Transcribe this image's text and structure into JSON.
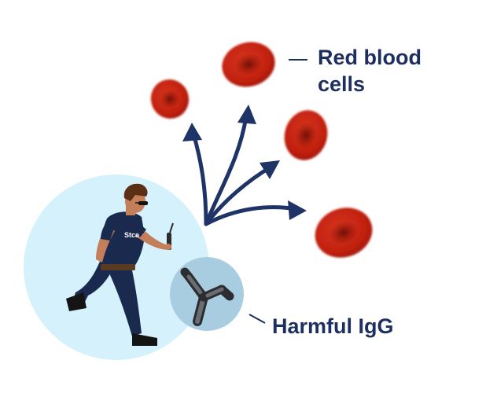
{
  "labels": {
    "red_blood_cells": "Red blood\ncells",
    "harmful_igg": "Harmful IgG"
  },
  "figure": {
    "shirt_text": "Stca"
  },
  "colors": {
    "text_navy": "#1c2f5e",
    "arrow_navy": "#1f3466",
    "rbc_red": "#c1210f",
    "rbc_dark": "#7a0f06",
    "bubble_light_blue": "#d5f1fb",
    "igg_circle": "#a9cde0",
    "igg_grey": "#55585c"
  },
  "icons": {
    "cells": "red-blood-cell-icon",
    "agent": "running-security-agent-icon",
    "antibody": "antibody-igg-icon"
  }
}
